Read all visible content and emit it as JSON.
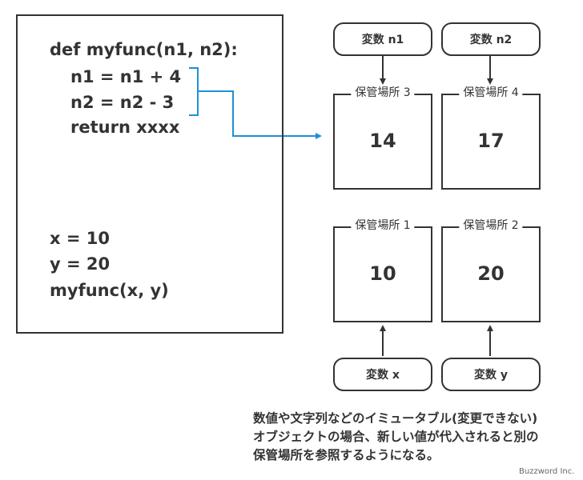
{
  "code": {
    "lines": [
      "def myfunc(n1, n2):",
      "n1 = n1 + 4",
      "n2 = n2 - 3",
      "return xxxx",
      "x = 10",
      "y = 20",
      "myfunc(x, y)"
    ]
  },
  "variables": {
    "n1": "変数 n1",
    "n2": "変数 n2",
    "x": "変数  x",
    "y": "変数 y"
  },
  "storage": {
    "loc3": {
      "label": "保管場所 3",
      "value": "14"
    },
    "loc4": {
      "label": "保管場所 4",
      "value": "17"
    },
    "loc1": {
      "label": "保管場所 1",
      "value": "10"
    },
    "loc2": {
      "label": "保管場所 2",
      "value": "20"
    }
  },
  "caption": {
    "lines": [
      "数値や文字列などのイミュータブル(変更できない)",
      "オブジェクトの場合、新しい値が代入されると別の",
      "保管場所を参照するようになる。"
    ]
  },
  "credit": "Buzzword Inc.",
  "colors": {
    "line": "#333333",
    "bracket": "#1e90d8"
  }
}
